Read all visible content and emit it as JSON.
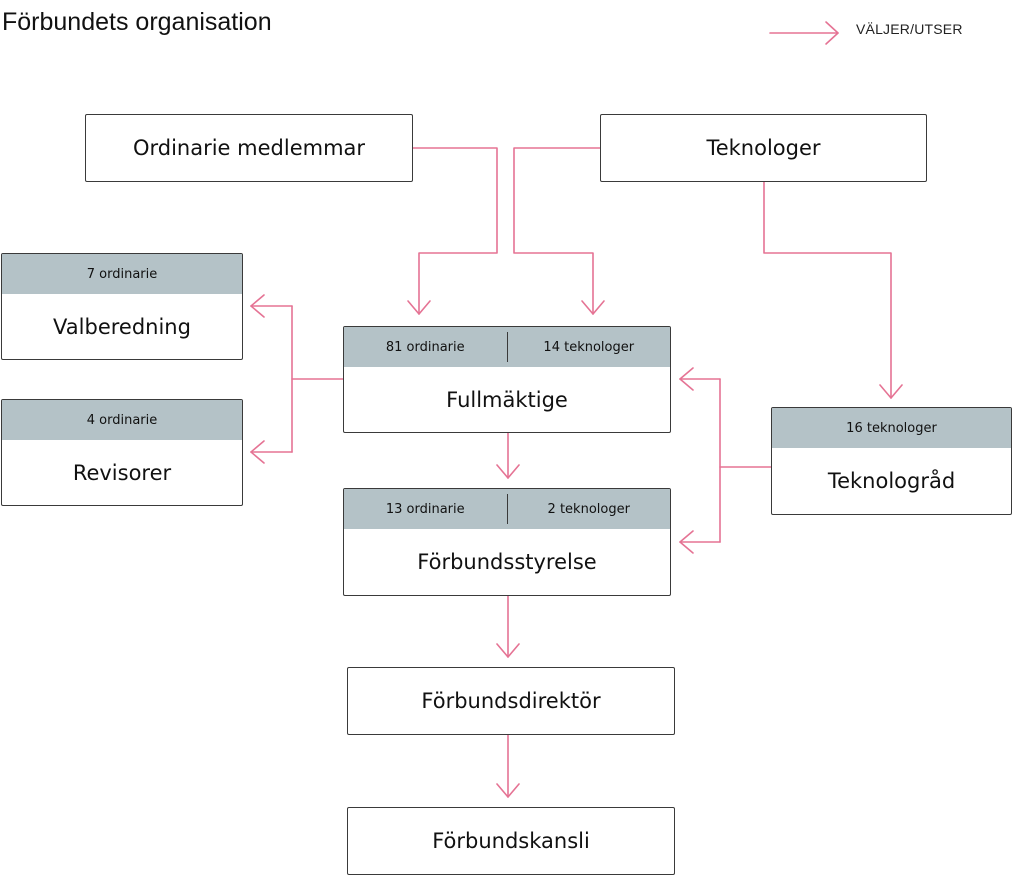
{
  "title": "Förbundets organisation",
  "legend": {
    "label": "VÄLJER/UTSER"
  },
  "colors": {
    "arrow": "#e57394",
    "header_fill": "#b4c2c7",
    "border": "#3a3a3a"
  },
  "nodes": {
    "ordinarie_medlemmar": {
      "label": "Ordinarie medlemmar"
    },
    "teknologer": {
      "label": "Teknologer"
    },
    "valberedning": {
      "label": "Valberedning",
      "seats": [
        "7 ordinarie"
      ]
    },
    "revisorer": {
      "label": "Revisorer",
      "seats": [
        "4 ordinarie"
      ]
    },
    "fullmaktige": {
      "label": "Fullmäktige",
      "seats": [
        "81 ordinarie",
        "14 teknologer"
      ]
    },
    "teknologrAd": {
      "label": "Teknologråd",
      "seats": [
        "16 teknologer"
      ]
    },
    "forbundsstyrelse": {
      "label": "Förbundsstyrelse",
      "seats": [
        "13 ordinarie",
        "2 teknologer"
      ]
    },
    "forbundsdirektor": {
      "label": "Förbundsdirektör"
    },
    "forbundskansli": {
      "label": "Förbundskansli"
    }
  }
}
